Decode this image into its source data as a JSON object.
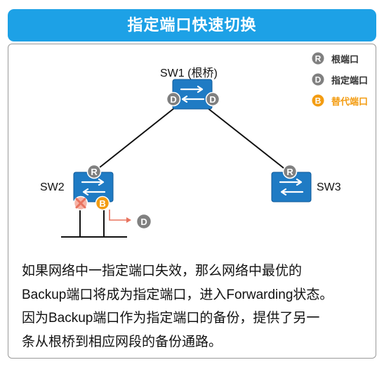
{
  "title": "指定端口快速切换",
  "colors": {
    "accent": "#1da1e6",
    "switch": "#1f7bc4",
    "port_badge": "#808080",
    "alternate_port": "#f39c12",
    "failed_mark": "#e8735f",
    "link": "#111111"
  },
  "legend": [
    {
      "letter": "R",
      "text": "根端口",
      "color": "#808080"
    },
    {
      "letter": "D",
      "text": "指定端口",
      "color": "#808080"
    },
    {
      "letter": "B",
      "text": "替代端口",
      "color": "#f39c12"
    }
  ],
  "switches": {
    "sw1": {
      "label": "SW1 (根桥)",
      "icon": "switch-icon",
      "ports": [
        "D",
        "D"
      ]
    },
    "sw2": {
      "label": "SW2",
      "icon": "switch-icon",
      "ports": [
        "R",
        "B"
      ],
      "failed_port": "cross-icon",
      "transition_to": "D"
    },
    "sw3": {
      "label": "SW3",
      "icon": "switch-icon",
      "ports": [
        "R"
      ]
    }
  },
  "description": [
    "如果网络中一指定端口失效，那么网络中最优的",
    "Backup端口将成为指定端口，进入Forwarding状态。",
    "因为Backup端口作为指定端口的备份，提供了另一",
    "条从根桥到相应网段的备份通路。"
  ]
}
